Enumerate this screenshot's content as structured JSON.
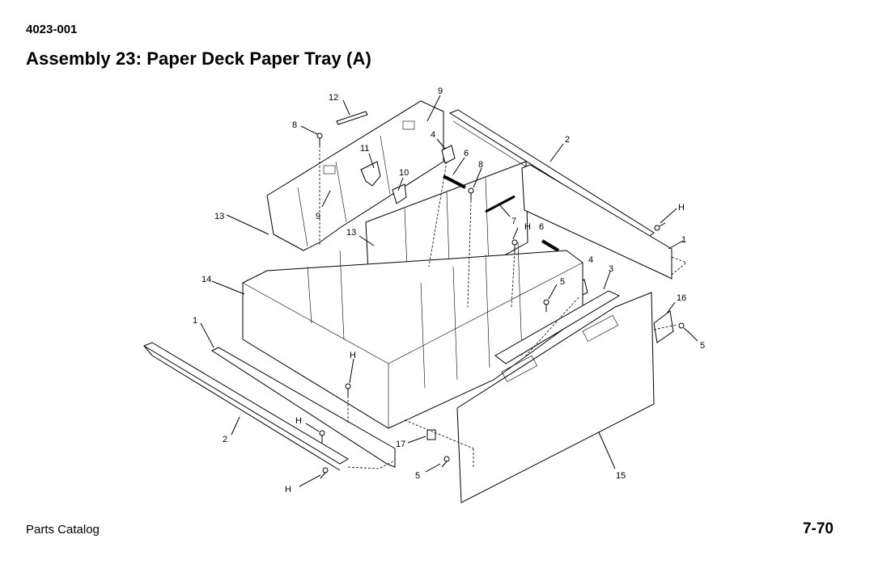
{
  "header": {
    "doc_id": "4023-001",
    "title": "Assembly 23:  Paper Deck Paper Tray (A)"
  },
  "footer": {
    "left": "Parts Catalog",
    "page": "7-70"
  },
  "callouts": {
    "c12": "12",
    "c9a": "9",
    "c8a": "8",
    "c11": "11",
    "c4a": "4",
    "c6a": "6",
    "c2a": "2",
    "c10": "10",
    "c8b": "8",
    "c9b": "9",
    "c13a": "13",
    "cHa": "H",
    "c7": "7",
    "cHb": "H",
    "c6b": "6",
    "c1a": "1",
    "c13b": "13",
    "c14": "14",
    "c4b": "4",
    "c3": "3",
    "c5a": "5",
    "c16": "16",
    "c1b": "1",
    "c5b": "5",
    "cHc": "H",
    "cHd": "H",
    "c2b": "2",
    "c17": "17",
    "c5c": "5",
    "c15": "15",
    "cHe": "H"
  }
}
